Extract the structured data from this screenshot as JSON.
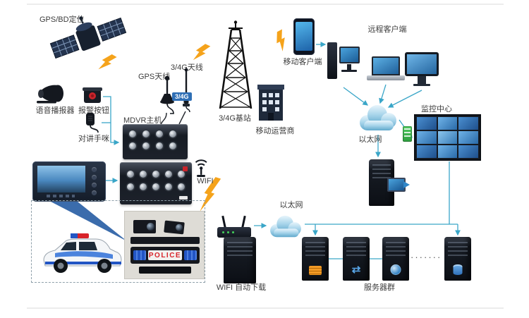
{
  "nodes": {
    "gps_bd": {
      "label": "GPS/BD定位"
    },
    "voice_broadcaster": {
      "label": "语音播报器"
    },
    "alarm_button": {
      "label": "报警按钮"
    },
    "intercom": {
      "label": "对讲手咪"
    },
    "gps_antenna": {
      "label": "GPS天线"
    },
    "lte_antenna": {
      "label": "3/4G天线",
      "badge": "3/4G"
    },
    "mdvr_host": {
      "label": "MDVR主机"
    },
    "base_station": {
      "label": "3/4G基站"
    },
    "mobile_operator": {
      "label": "移动运营商"
    },
    "mobile_client": {
      "label": "移动客户端"
    },
    "remote_client": {
      "label": "远程客户端"
    },
    "ethernet_top": {
      "label": "以太网"
    },
    "monitoring_center": {
      "label": "监控中心"
    },
    "wifi": {
      "label": "WIFI"
    },
    "ethernet_bottom": {
      "label": "以太网"
    },
    "wifi_auto_download": {
      "label": "WIFI 自动下载"
    },
    "server_cluster": {
      "label": "服务器群",
      "ellipsis": "·······"
    },
    "police_car": {
      "light_bar_text": "POLICE"
    }
  },
  "icons": {
    "transfer_arrows": "⇄"
  },
  "colors": {
    "connector": "#3aa6c8",
    "lightning": "#f5a31b",
    "cloud_light": "#e8f5fc",
    "cloud_dark": "#5fa8cc",
    "device_dark": "#141922",
    "screen_blue": "#2d8fd5",
    "badge_blue": "#2f6fb5",
    "police_red": "#d8232a",
    "light_blue_wedge": "#2a5fa5",
    "green_device": "#2e9e3e"
  }
}
